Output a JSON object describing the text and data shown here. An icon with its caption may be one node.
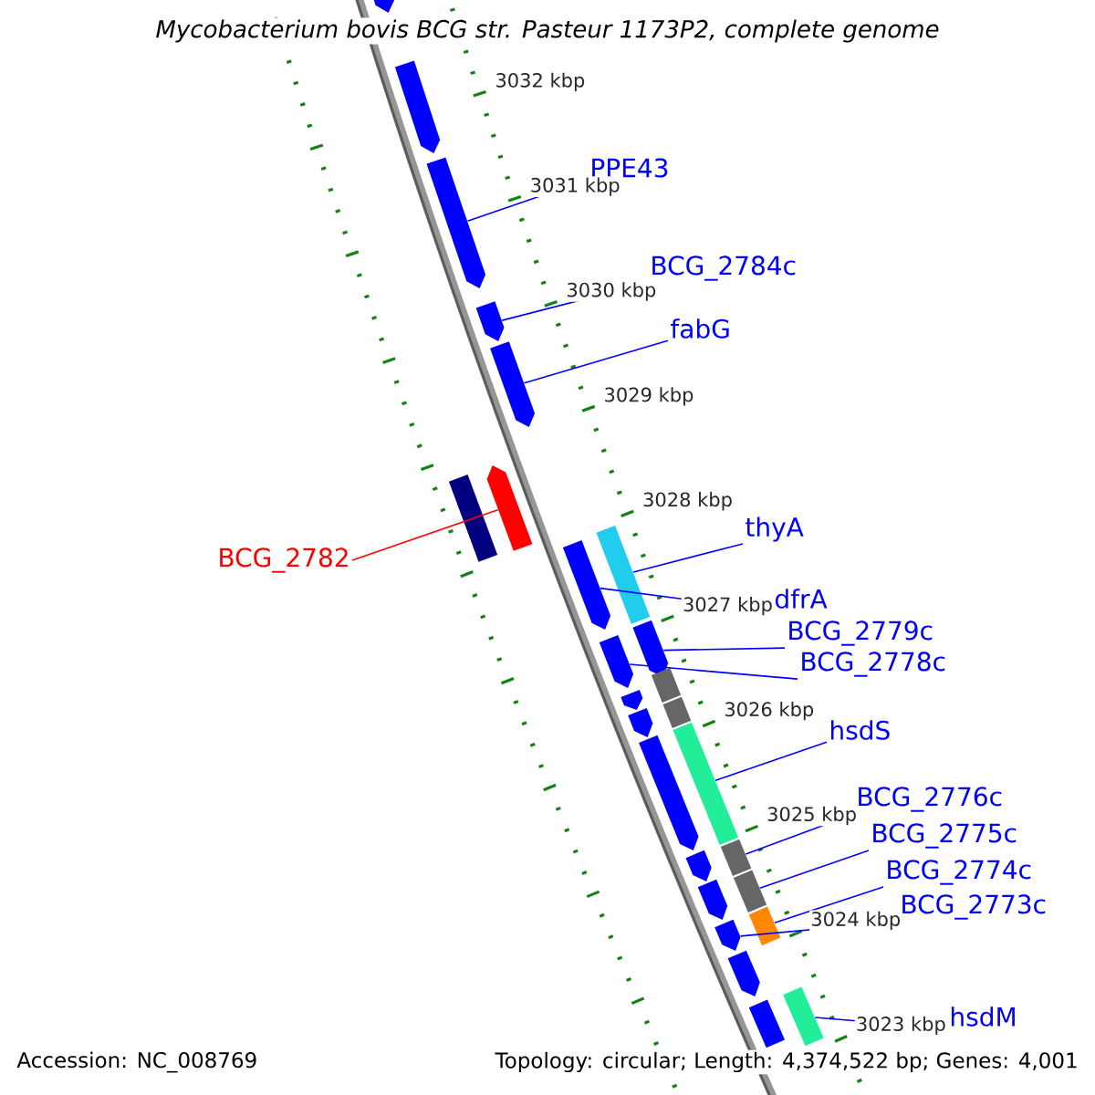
{
  "diagram": {
    "title": "Mycobacterium bovis BCG str. Pasteur 1173P2, complete genome",
    "nodes": [
      {
        "text": [
          "PPE43"
        ]
      },
      {
        "text": [
          "BCG_2784c"
        ]
      },
      {
        "text": [
          "fabG"
        ]
      },
      {
        "text": [
          "thyA"
        ]
      },
      {
        "text": [
          "BCG_2782"
        ]
      },
      {
        "text": [
          "dfrA"
        ]
      },
      {
        "text": [
          "BCG_2779c"
        ]
      },
      {
        "text": [
          "BCG_2778c"
        ]
      },
      {
        "text": [
          "hsdS"
        ]
      },
      {
        "text": [
          "BCG_2776c"
        ]
      },
      {
        "text": [
          "BCG_2775c"
        ]
      },
      {
        "text": [
          "BCG_2774c"
        ]
      },
      {
        "text": [
          "BCG_2773c"
        ]
      },
      {
        "text": [
          "hsdM"
        ]
      },
      {
        "text": [],
        "shape": "arrow"
      },
      {
        "text": [],
        "shape": "arrow"
      },
      {
        "text": [],
        "shape": "arrow"
      },
      {
        "text": [],
        "shape": "arrow"
      },
      {
        "text": [],
        "shape": "arrow"
      },
      {
        "text": [],
        "shape": "arrow"
      },
      {
        "text": [],
        "shape": "box"
      },
      {
        "text": [],
        "shape": "box"
      },
      {
        "text": [],
        "shape": "arrow"
      },
      {
        "text": [],
        "shape": "arrow"
      },
      {
        "text": [],
        "shape": "arrow"
      },
      {
        "text": [],
        "shape": "box"
      },
      {
        "text": [],
        "shape": "arrow"
      },
      {
        "text": [],
        "shape": "box"
      },
      {
        "text": [],
        "shape": "arrow"
      },
      {
        "text": [],
        "shape": "box"
      },
      {
        "text": [],
        "shape": "arrow"
      },
      {
        "text": [],
        "shape": "box"
      },
      {
        "text": [],
        "shape": "arrow"
      },
      {
        "text": [],
        "shape": "box"
      },
      {
        "text": [],
        "shape": "arrow"
      },
      {
        "text": [],
        "shape": "box"
      },
      {
        "text": [],
        "shape": "arrow"
      },
      {
        "text": [],
        "shape": "arrow"
      },
      {
        "text": [],
        "shape": "box"
      },
      {
        "text": [],
        "shape": "box"
      }
    ],
    "edges": [
      {
        "from": 0,
        "to": 16,
        "arrow": "none"
      },
      {
        "from": 1,
        "to": 17,
        "arrow": "none"
      },
      {
        "from": 2,
        "to": 18,
        "arrow": "none"
      },
      {
        "from": 3,
        "to": 21,
        "arrow": "none"
      },
      {
        "from": 4,
        "to": 19,
        "arrow": "none",
        "color": "#ff0000"
      },
      {
        "from": 5,
        "to": 22,
        "arrow": "none"
      },
      {
        "from": 6,
        "to": 23,
        "arrow": "none"
      },
      {
        "from": 7,
        "to": 24,
        "arrow": "none"
      },
      {
        "from": 8,
        "to": 29,
        "arrow": "none"
      },
      {
        "from": 9,
        "to": 31,
        "arrow": "none"
      },
      {
        "from": 10,
        "to": 33,
        "arrow": "none"
      },
      {
        "from": 11,
        "to": 35,
        "arrow": "none"
      },
      {
        "from": 12,
        "to": 36,
        "arrow": "none"
      },
      {
        "from": 13,
        "to": 38,
        "arrow": "none"
      }
    ],
    "labels": [
      "3032 kbp",
      "3031 kbp",
      "3030 kbp",
      "3029 kbp",
      "3028 kbp",
      "3027 kbp",
      "3026 kbp",
      "3025 kbp",
      "3024 kbp",
      "3023 kbp",
      "Accession: NC_008769",
      "Topology: circular; Length: 4,374,522 bp; Genes: 4,001"
    ]
  }
}
